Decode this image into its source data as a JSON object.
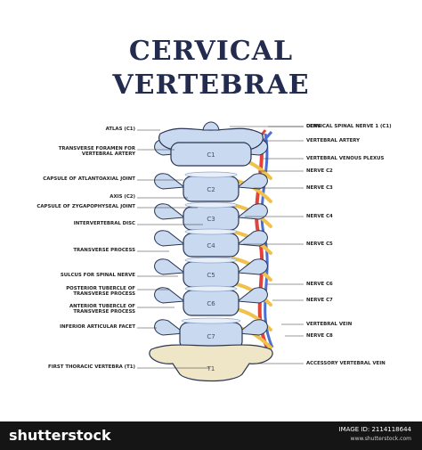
{
  "title": {
    "line1": "CERVICAL",
    "line2": "VERTEBRAE"
  },
  "labels_left": [
    {
      "key": "atlas",
      "text": "ATLAS (C1)"
    },
    {
      "key": "foramen",
      "text": "TRANSVERSE FORAMEN FOR\nVERTEBRAL ARTERY"
    },
    {
      "key": "capsule_atlanto",
      "text": "CAPSULE OF ATLANTOAXIAL JOINT"
    },
    {
      "key": "axis",
      "text": "AXIS (C2)"
    },
    {
      "key": "capsule_zyg",
      "text": "CAPSULE OF ZYGAPOPHYSEAL JOINT"
    },
    {
      "key": "disc",
      "text": "INTERVERTEBRAL DISC"
    },
    {
      "key": "transverse",
      "text": "TRANSVERSE PROCESS"
    },
    {
      "key": "sulcus",
      "text": "SULCUS FOR SPINAL NERVE"
    },
    {
      "key": "post_tub",
      "text": "POSTERIOR TUBERCLE OF\nTRANSVERSE PROCESS"
    },
    {
      "key": "ant_tub",
      "text": "ANTERIOR TUBERCLE OF\nTRANSVERSE PROCESS"
    },
    {
      "key": "facet",
      "text": "INFERIOR ARTICULAR FACET"
    },
    {
      "key": "t1",
      "text": "FIRST THORACIC VERTEBRA (T1)"
    }
  ],
  "labels_right": [
    {
      "key": "dens",
      "text": "DENS"
    },
    {
      "key": "c1nerve",
      "text": "CERVICAL SPINAL NERVE 1 (C1)"
    },
    {
      "key": "artery",
      "text": "VERTEBRAL ARTERY"
    },
    {
      "key": "plexus",
      "text": "VERTEBRAL VENOUS PLEXUS"
    },
    {
      "key": "n2",
      "text": "NERVE C2"
    },
    {
      "key": "n3",
      "text": "NERVE C3"
    },
    {
      "key": "n4",
      "text": "NERVE C4"
    },
    {
      "key": "n5",
      "text": "NERVE C5"
    },
    {
      "key": "n6",
      "text": "NERVE C6"
    },
    {
      "key": "n7",
      "text": "NERVE C7"
    },
    {
      "key": "vein",
      "text": "VERTEBRAL VEIN"
    },
    {
      "key": "n8",
      "text": "NERVE C8"
    },
    {
      "key": "accessory",
      "text": "ACCESSORY VERTEBRAL VEIN"
    }
  ],
  "vertebrae": [
    "C1",
    "C2",
    "C3",
    "C4",
    "C5",
    "C6",
    "C7",
    "T1"
  ],
  "colors": {
    "bone": "#c9d9ef",
    "bone_dark": "#8fa9cf",
    "t1_bone": "#efe6c8",
    "outline": "#2a3554",
    "nerve": "#f0c14b",
    "artery": "#e0443a",
    "vein": "#4a6fd1",
    "title": "#232b4f"
  },
  "footer": {
    "brand": "shutterstock",
    "image_id": "IMAGE ID: 2114118644",
    "site": "www.shutterstock.com"
  }
}
